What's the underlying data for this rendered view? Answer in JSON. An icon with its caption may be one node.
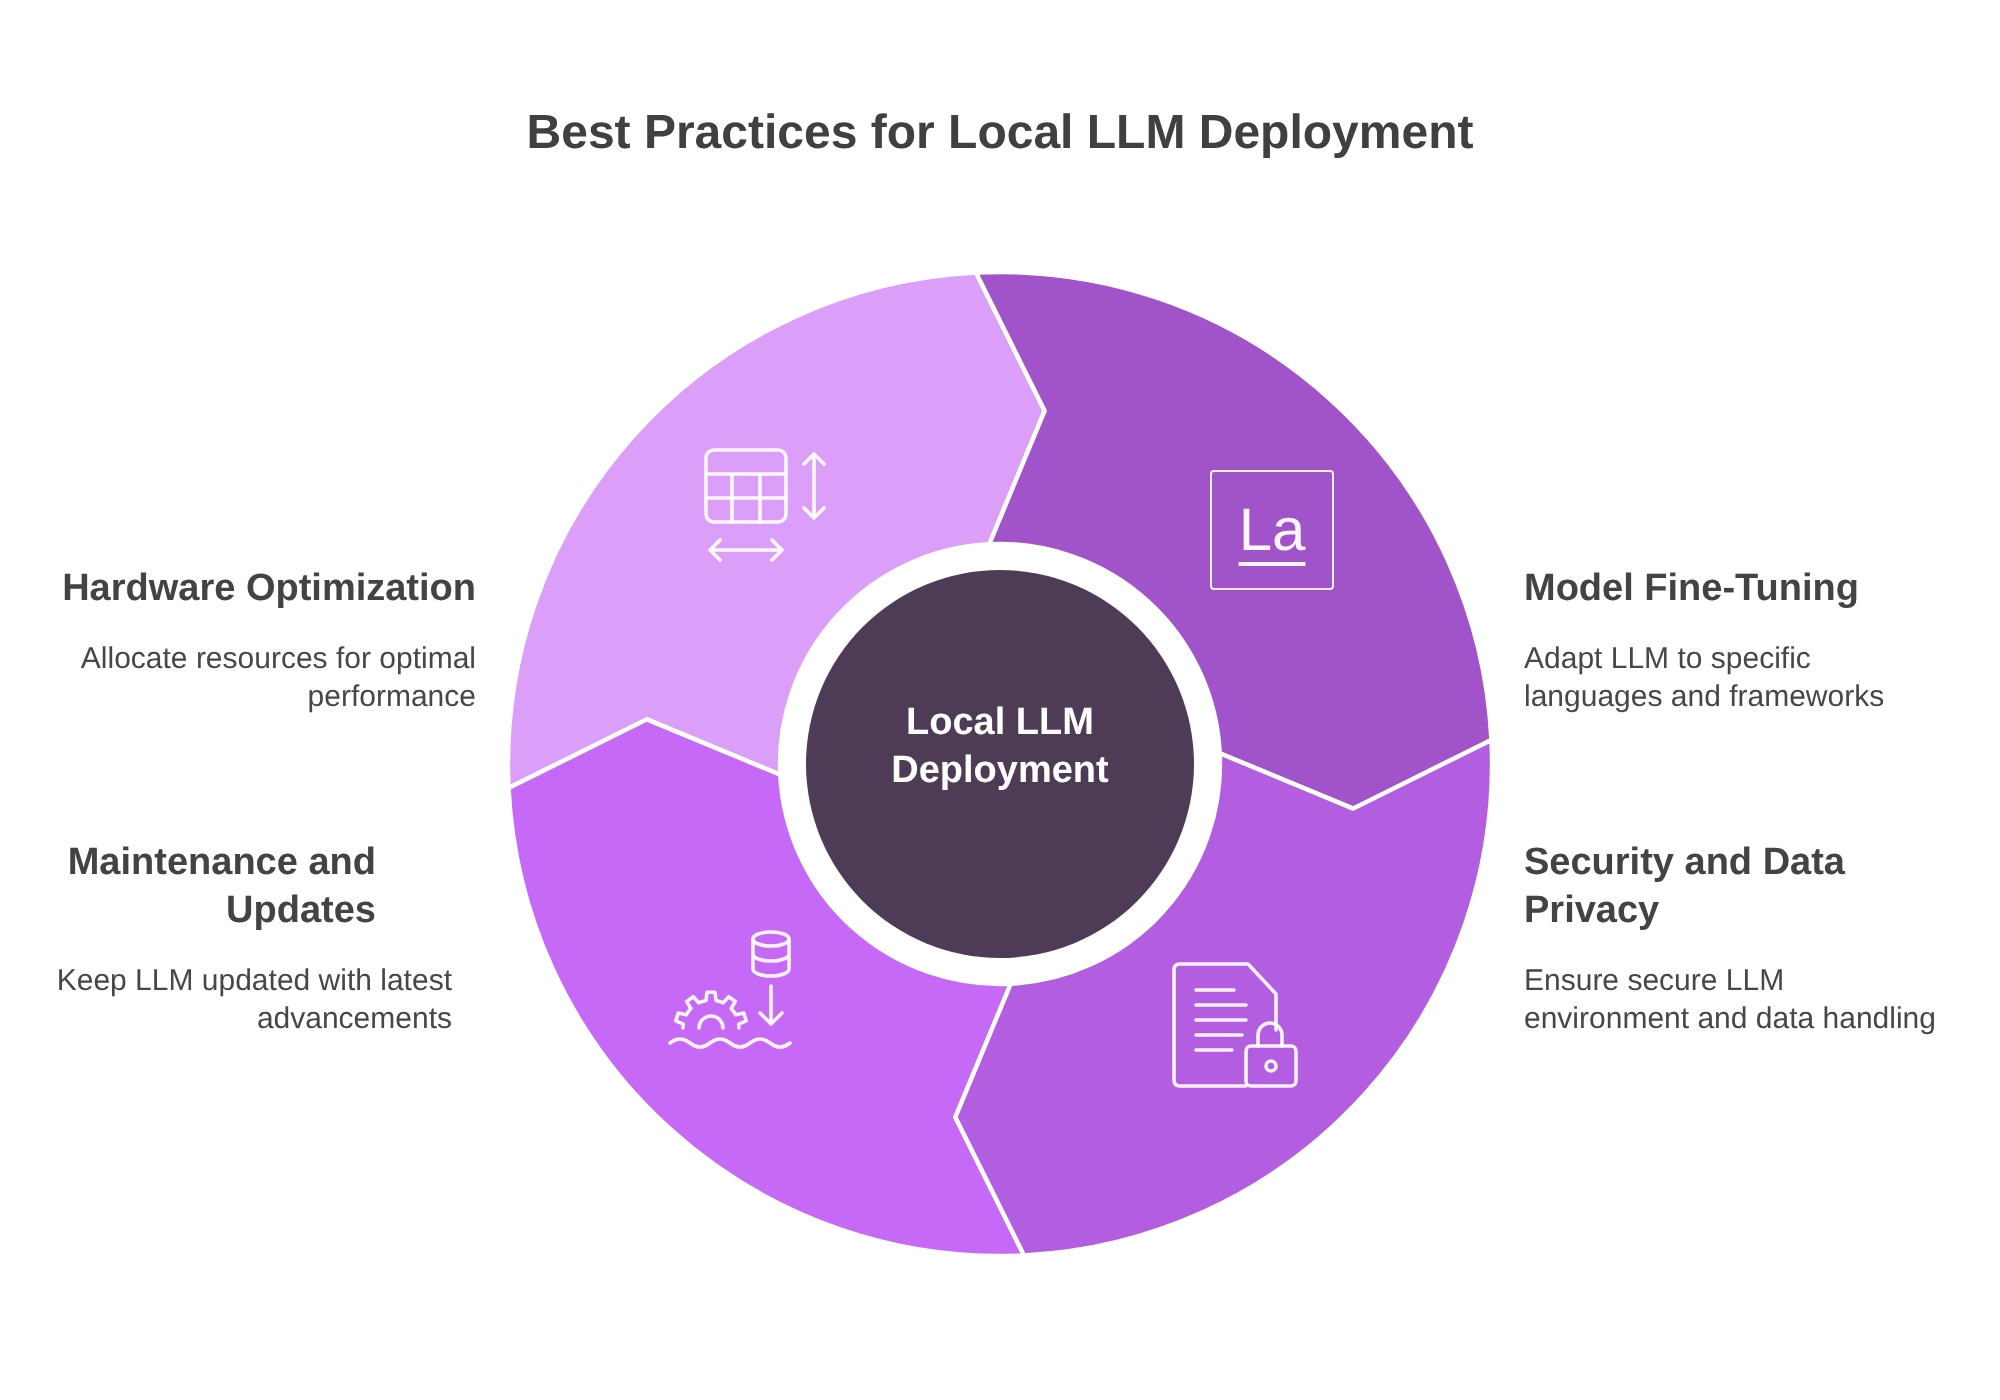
{
  "diagram": {
    "title": "Best Practices for Local LLM Deployment",
    "nodes": [
      {
        "text": [
          "Hardware Optimization",
          "Allocate resources for optimal performance"
        ]
      },
      {
        "text": [
          "Model Fine-Tuning",
          "Adapt LLM to specific languages and frameworks"
        ]
      },
      {
        "text": [
          "Local LLM Deployment"
        ]
      },
      {
        "text": [
          "Maintenance and Updates",
          "Keep LLM updated with latest advancements"
        ]
      },
      {
        "text": [
          "Security and Data Privacy",
          "Ensure secure LLM environment and data handling"
        ]
      }
    ],
    "labels": [
      "La"
    ]
  }
}
